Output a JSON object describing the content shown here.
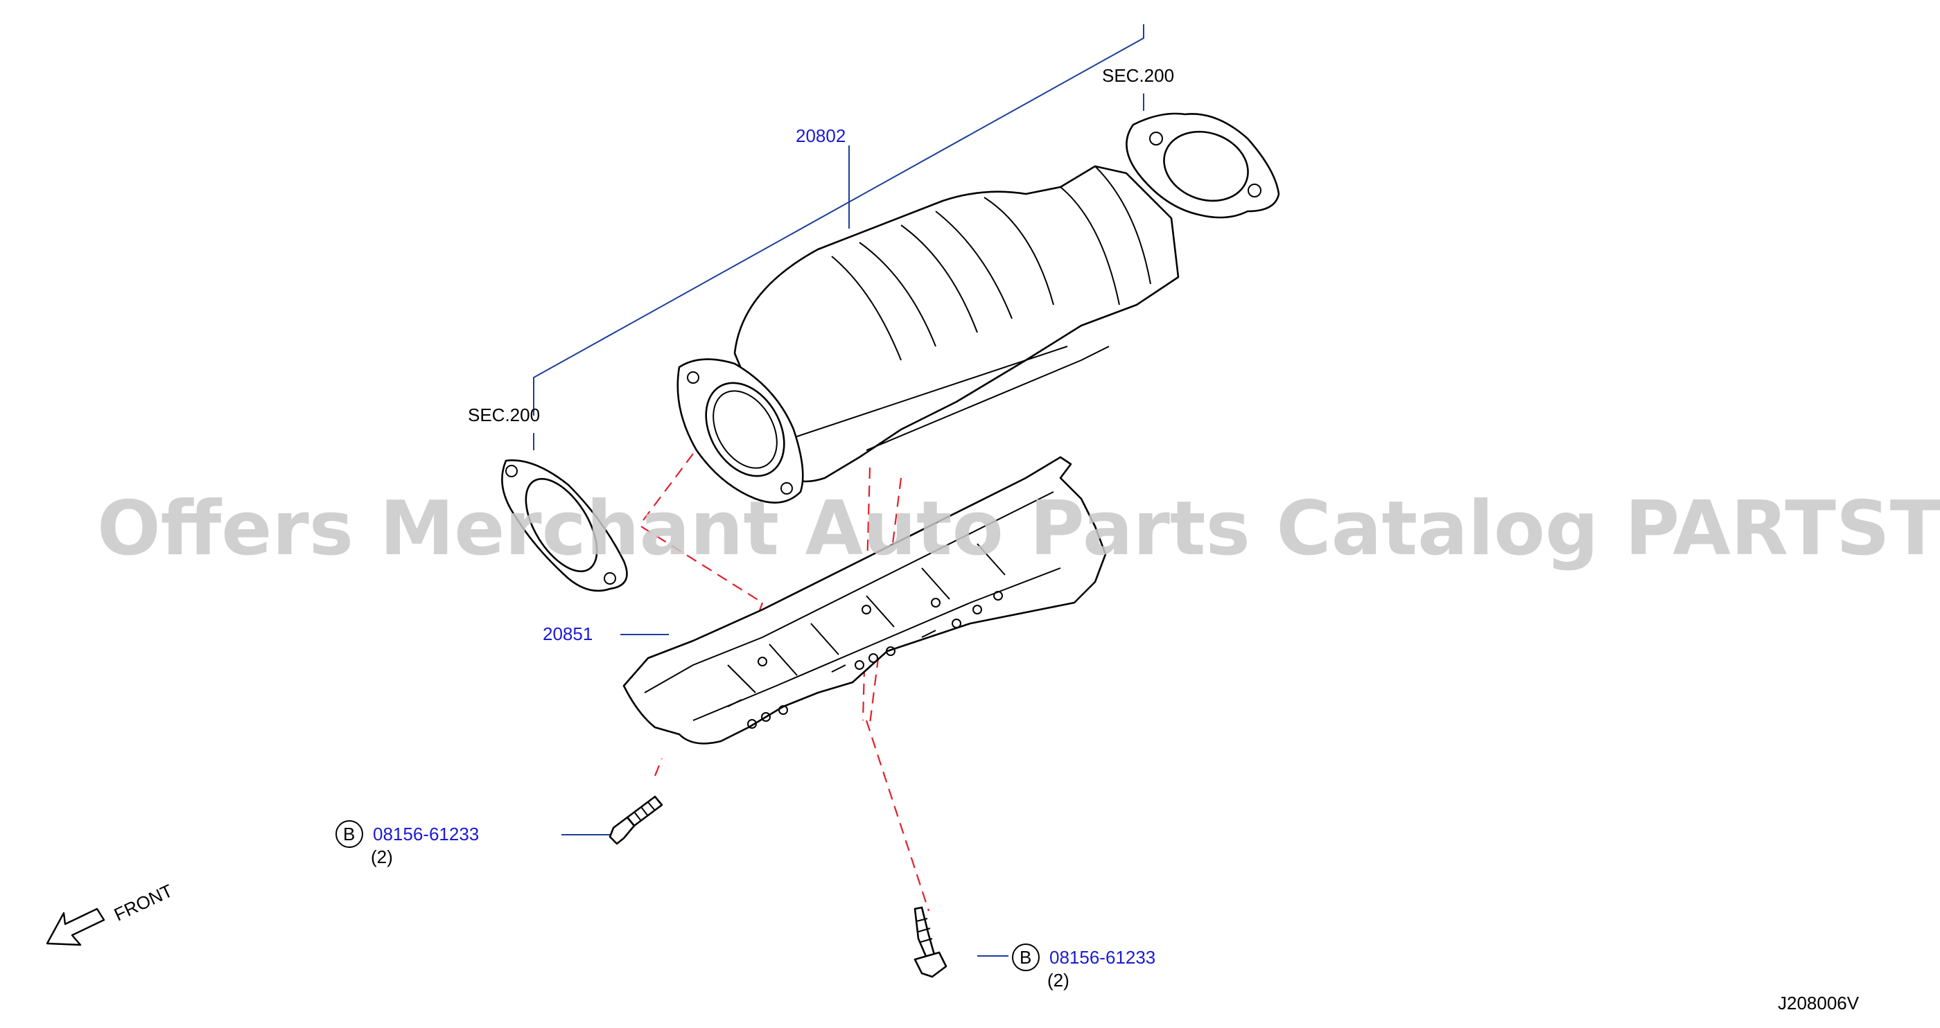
{
  "labels": {
    "sec_top": "SEC.200",
    "sec_left": "SEC.200",
    "part_converter": "20802",
    "part_heatshield": "20851",
    "bolt_left_marker": "B",
    "bolt_left_number": "08156-61233",
    "bolt_left_qty": "(2)",
    "bolt_right_marker": "B",
    "bolt_right_number": "08156-61233",
    "bolt_right_qty": "(2)",
    "front": "FRONT",
    "diagram_code": "J208006V"
  },
  "watermark": "Offers Merchant Auto Parts Catalog PARTSTORE.SA",
  "colors": {
    "part_number_text": "#1a1ad6",
    "leader_line": "#1a3f9a",
    "dashed_guide": "#e0202a",
    "watermark": "#c8c8c8"
  },
  "icons": [
    "front-arrow-icon",
    "bolt-icon"
  ]
}
